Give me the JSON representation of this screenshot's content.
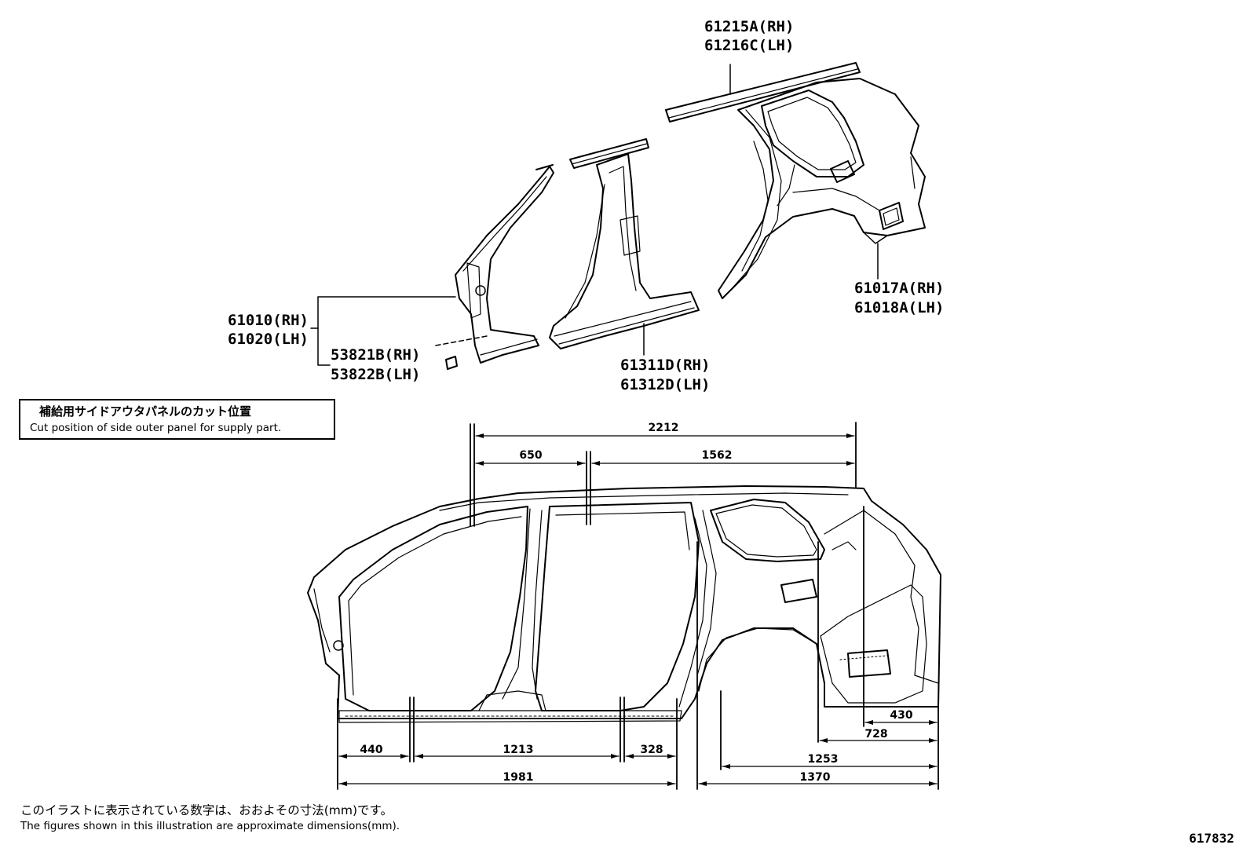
{
  "parts": {
    "roof_side_rail": [
      "61215A(RH)",
      "61216C(LH)"
    ],
    "rear_quarter_panel": [
      "61017A(RH)",
      "61018A(LH)"
    ],
    "front_pillar_panel": [
      "61010(RH)",
      "61020(LH)"
    ],
    "bracket": [
      "53821B(RH)",
      "53822B(LH)"
    ],
    "rocker_center_pillar": [
      "61311D(RH)",
      "61312D(LH)"
    ]
  },
  "legend": {
    "jp": "補給用サイドアウタパネルのカット位置",
    "en": "Cut position of side outer panel for supply part."
  },
  "dimensions": {
    "top_total": "2212",
    "top_left": "650",
    "top_right": "1562",
    "bottom_front": "440",
    "bottom_door": "1213",
    "bottom_rear_door": "328",
    "bottom_total": "1981",
    "rear_430": "430",
    "rear_728": "728",
    "rear_1253": "1253",
    "rear_1370": "1370"
  },
  "footnote": {
    "jp": "このイラストに表示されている数字は、おおよその寸法(mm)です。",
    "en": "The figures shown in this illustration are approximate dimensions(mm)."
  },
  "illustration_id": "617832"
}
